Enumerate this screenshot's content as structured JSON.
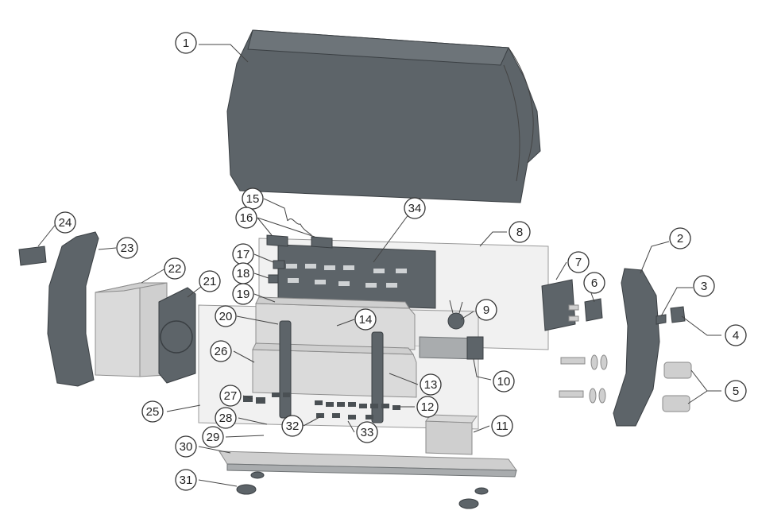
{
  "diagram": {
    "callouts": [
      {
        "id": "1",
        "label": "1"
      },
      {
        "id": "2",
        "label": "2"
      },
      {
        "id": "3",
        "label": "3"
      },
      {
        "id": "4",
        "label": "4"
      },
      {
        "id": "5",
        "label": "5"
      },
      {
        "id": "6",
        "label": "6"
      },
      {
        "id": "7",
        "label": "7"
      },
      {
        "id": "8",
        "label": "8"
      },
      {
        "id": "9",
        "label": "9"
      },
      {
        "id": "10",
        "label": "10"
      },
      {
        "id": "11",
        "label": "11"
      },
      {
        "id": "12",
        "label": "12"
      },
      {
        "id": "13",
        "label": "13"
      },
      {
        "id": "14",
        "label": "14"
      },
      {
        "id": "15",
        "label": "15"
      },
      {
        "id": "16",
        "label": "16"
      },
      {
        "id": "17",
        "label": "17"
      },
      {
        "id": "18",
        "label": "18"
      },
      {
        "id": "19",
        "label": "19"
      },
      {
        "id": "20",
        "label": "20"
      },
      {
        "id": "21",
        "label": "21"
      },
      {
        "id": "22",
        "label": "22"
      },
      {
        "id": "23",
        "label": "23"
      },
      {
        "id": "24",
        "label": "24"
      },
      {
        "id": "25",
        "label": "25"
      },
      {
        "id": "26",
        "label": "26"
      },
      {
        "id": "27",
        "label": "27"
      },
      {
        "id": "28",
        "label": "28"
      },
      {
        "id": "29",
        "label": "29"
      },
      {
        "id": "30",
        "label": "30"
      },
      {
        "id": "31",
        "label": "31"
      },
      {
        "id": "32",
        "label": "32"
      },
      {
        "id": "33",
        "label": "33"
      },
      {
        "id": "34",
        "label": "34"
      }
    ],
    "colors": {
      "dark_part": "#5d6469",
      "light_part": "#cfcfcf",
      "transparent_panel": "#e6e6e6",
      "callout_stroke": "#333333"
    }
  }
}
